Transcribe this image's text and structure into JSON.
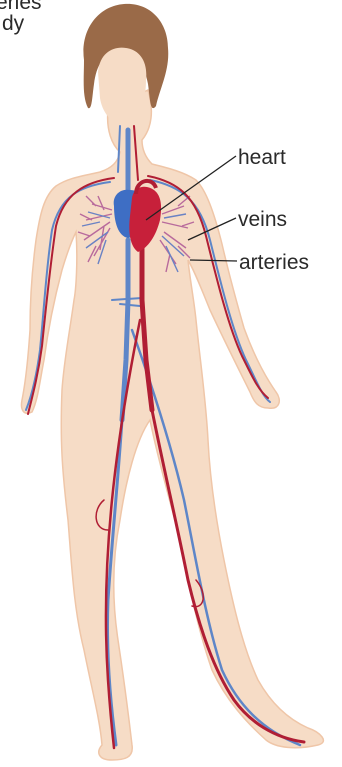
{
  "labels": {
    "heart": "heart",
    "veins": "veins",
    "arteries": "arteries"
  },
  "cropped_text": {
    "line_1": "eries",
    "line_2": "dy"
  },
  "colors": {
    "skin": "#f6dcc6",
    "skin_edge": "#efc6a8",
    "hair": "#9a6a48",
    "artery": "#b01e34",
    "vein": "#5e86c8",
    "heart_red": "#c7203a",
    "heart_blue": "#3e6ec4",
    "label_text": "#2a2a2a",
    "leader_line": "#222222"
  }
}
